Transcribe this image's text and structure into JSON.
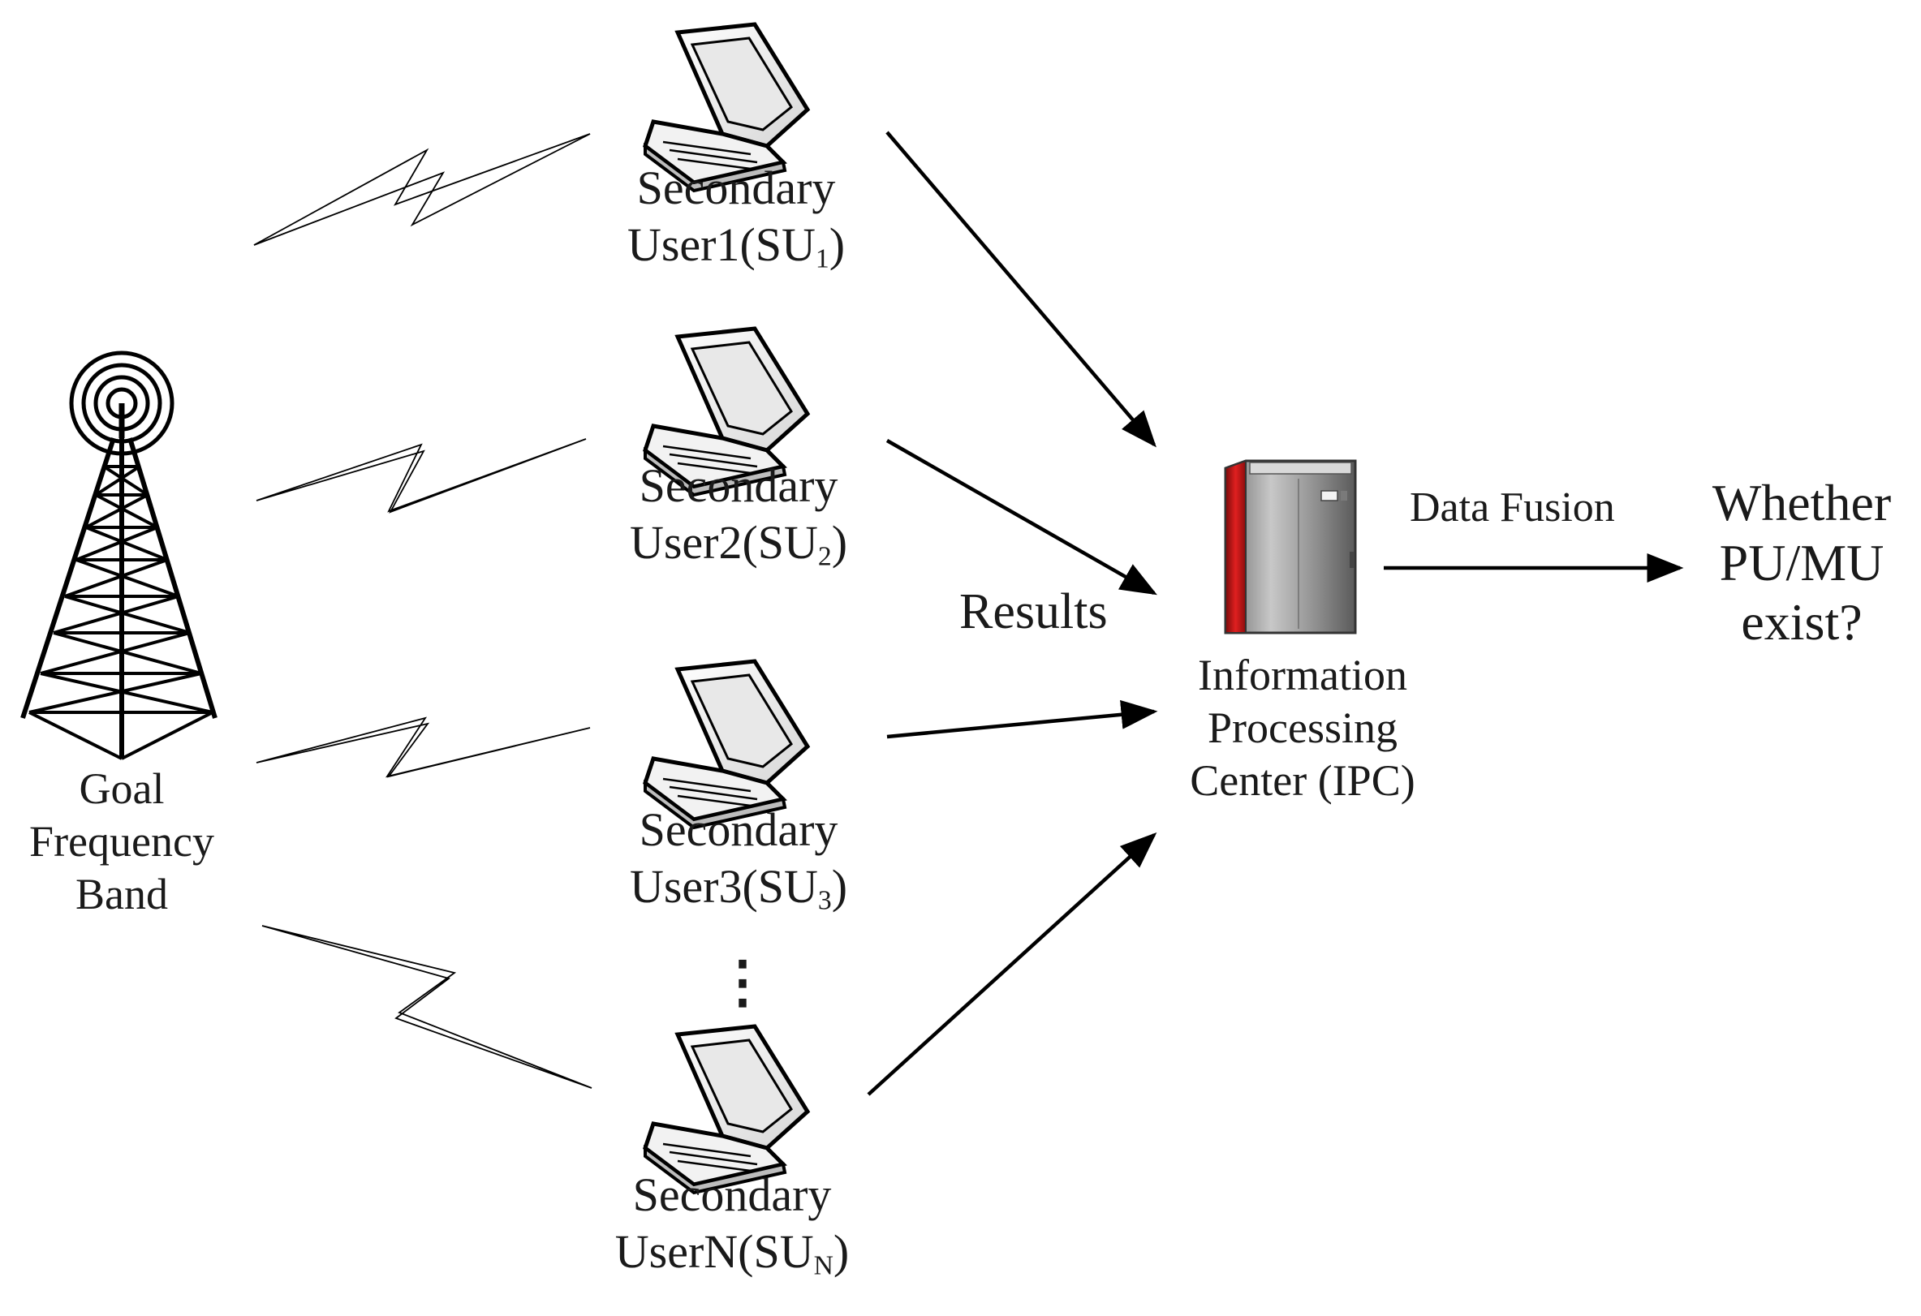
{
  "tower": {
    "label_lines": [
      "Goal",
      "Frequency",
      "Band"
    ]
  },
  "users": [
    {
      "line1": "Secondary",
      "prefix": "User1(SU",
      "sub": "1",
      "suffix": ")"
    },
    {
      "line1": "Secondary",
      "prefix": "User2(SU",
      "sub": "2",
      "suffix": ")"
    },
    {
      "line1": "Secondary",
      "prefix": "User3(SU",
      "sub": "3",
      "suffix": ")"
    },
    {
      "line1": "Secondary",
      "prefix": "UserN(SU",
      "sub": "N",
      "suffix": ")"
    }
  ],
  "ellipsis": "⋮",
  "results_label": "Results",
  "ipc": {
    "label_lines": [
      "Information",
      "Processing",
      "Center (IPC)"
    ]
  },
  "fusion_label": "Data Fusion",
  "decision": {
    "label_lines": [
      "Whether",
      "PU/MU",
      "exist?"
    ]
  },
  "colors": {
    "server_accent": "#d81a1a",
    "server_body": "#9a9a9a",
    "ink": "#000000"
  }
}
